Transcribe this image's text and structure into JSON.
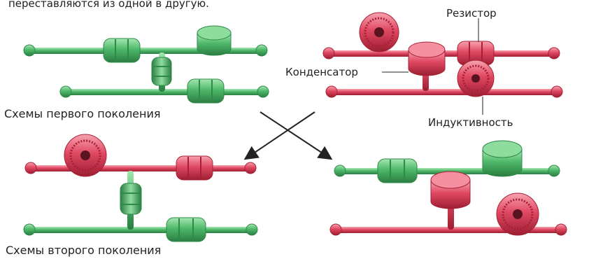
{
  "caption_top": "переставляются из одной в другую.",
  "labels": {
    "resistor": "Резистор",
    "capacitor": "Конденсатор",
    "inductor": "Индуктивность",
    "first_generation": "Схемы первого поколения",
    "second_generation": "Схемы второго поколения"
  },
  "colors": {
    "green_body": "#4fb86a",
    "green_dark": "#2e8a48",
    "green_light": "#8fdc9f",
    "red_body": "#e04862",
    "red_dark": "#a82035",
    "red_light": "#f590a0",
    "arrow": "#222222"
  }
}
